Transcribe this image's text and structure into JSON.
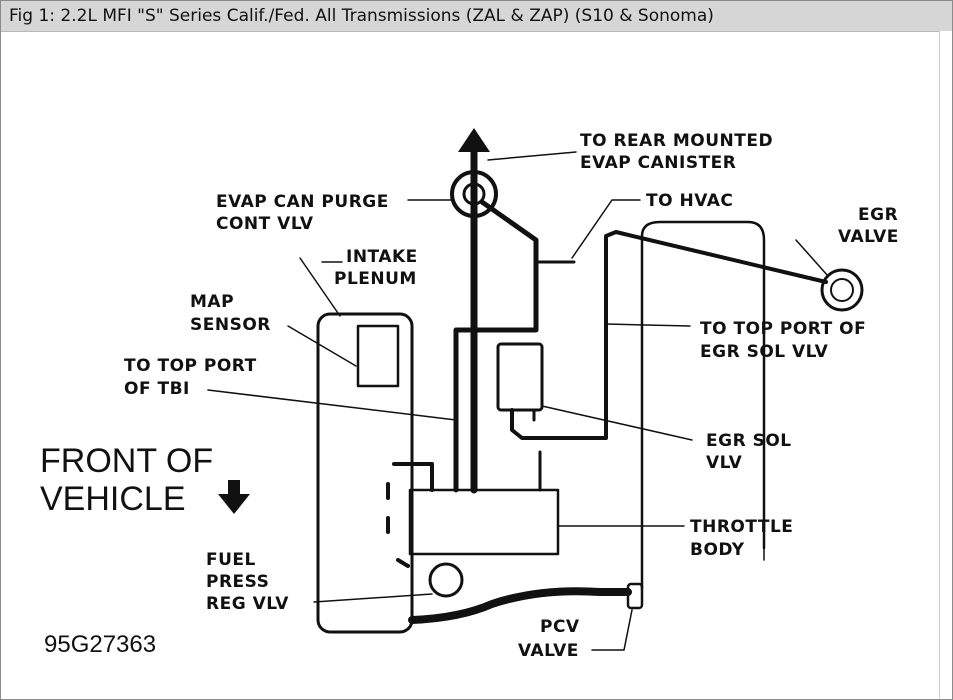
{
  "caption": "Fig 1: 2.2L MFI \"S\" Series Calif./Fed. All Transmissions (ZAL & ZAP) (S10 & Sonoma)",
  "labels": {
    "rear_canister_1": "TO REAR MOUNTED",
    "rear_canister_2": "EVAP CANISTER",
    "purge_1": "EVAP CAN PURGE",
    "purge_2": "CONT VLV",
    "hvac": "TO HVAC",
    "egr_valve_1": "EGR",
    "egr_valve_2": "VALVE",
    "plenum_1": "INTAKE",
    "plenum_2": "PLENUM",
    "map_1": "MAP",
    "map_2": "SENSOR",
    "top_port_egr_1": "TO TOP PORT OF",
    "top_port_egr_2": "EGR SOL VLV",
    "top_port_tbi_1": "TO TOP PORT",
    "top_port_tbi_2": "OF TBI",
    "front_1": "FRONT OF",
    "front_2": "VEHICLE",
    "egr_sol_1": "EGR SOL",
    "egr_sol_2": "VLV",
    "throttle_1": "THROTTLE",
    "throttle_2": "BODY",
    "fuel_1": "FUEL",
    "fuel_2": "PRESS",
    "fuel_3": "REG VLV",
    "pcv_1": "PCV",
    "pcv_2": "VALVE",
    "figure_code": "95G27363"
  }
}
